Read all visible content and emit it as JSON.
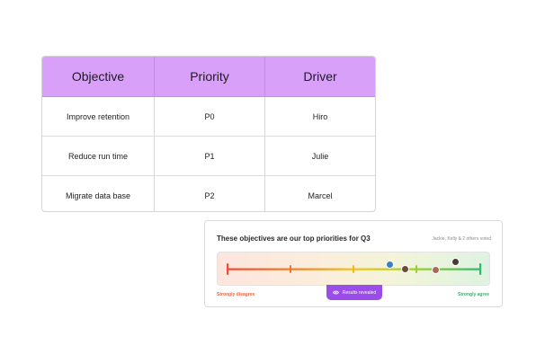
{
  "table": {
    "headers": [
      "Objective",
      "Priority",
      "Driver"
    ],
    "rows": [
      [
        "Improve retention",
        "P0",
        "Hiro"
      ],
      [
        "Reduce run time",
        "P1",
        "Julie"
      ],
      [
        "Migrate data base",
        "P2",
        "Marcel"
      ]
    ],
    "header_color": "#d9a0fa"
  },
  "poll": {
    "question": "These objectives are our top priorities for Q3",
    "voters": "Jackie, Kelly & 2 others voted",
    "scale_min_label": "Strongly disagree",
    "scale_max_label": "Strongly agree",
    "results_button": "Results revealed",
    "results_icon": "eye-icon",
    "colors": {
      "disagree": "#f2643c",
      "agree": "#3ab26b",
      "accent": "#9a4de8"
    },
    "vote_markers": [
      {
        "name": "voter-avatar-1",
        "color": "#3b7fc4",
        "position": 0.64
      },
      {
        "name": "voter-avatar-2",
        "color": "#6b4a3a",
        "position": 0.7
      },
      {
        "name": "voter-avatar-3",
        "color": "#a86b55",
        "position": 0.82
      },
      {
        "name": "voter-avatar-4",
        "color": "#4a3a34",
        "position": 0.9
      }
    ]
  }
}
